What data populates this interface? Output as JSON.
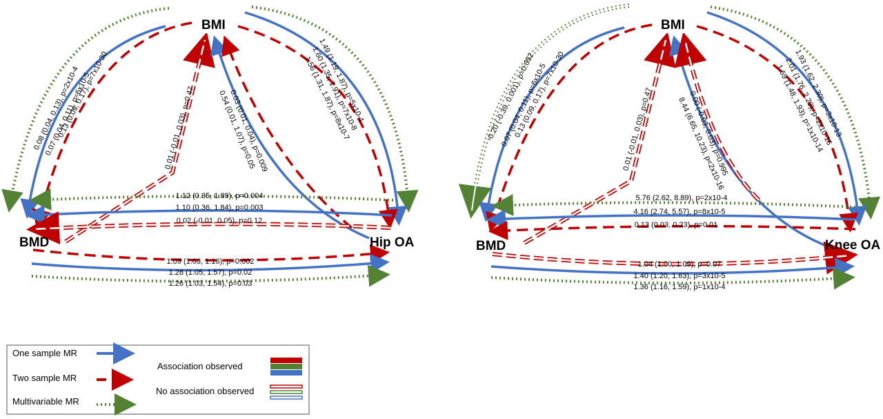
{
  "colors": {
    "one_sample": "#4472c4",
    "two_sample": "#c00000",
    "multivariable": "#548235"
  },
  "left": {
    "nodes": {
      "bmi": "BMI",
      "bmd": "BMD",
      "oa": "Hip OA"
    },
    "labels": {
      "bmi_bmd_multi": "0.08 (0.04, 0.13), p=2x10-4",
      "bmi_bmd_one": "0.07 (0.04, 0.11), p=6x10-5",
      "bmi_bmd_two": "0.13 (0.09, 0.17), p=7x10-30",
      "bmi_oa_multi": "1.49 (1.19, 1.87), p=5x10-4",
      "bmi_oa_one": "1.60 (1.35, 1.91), p=7x10-8",
      "bmi_oa_two": "1.56 (1.31, 1.87), p=8x10-7",
      "bmd_bmi_two": "0.01 (-0.01, 0.03), p=0.47",
      "oa_bmi_one": "0.54 (0.01, 1.07), p=0.05",
      "oa_bmi_two": "0.03 (0.01, 0.04), p=0.009",
      "oa_bmd_multi": "1.12 (0.35, 1.89), p=0.004",
      "oa_bmd_one": "1.10 (0.36, 1.84), p=0.003",
      "oa_bmd_two": "0.02 (-0.01, 0.05), p=0.12",
      "bmd_oa_two": "1.09 (1.03, 1.16), p=0.002",
      "bmd_oa_one": "1.28 (1.05, 1.57), p=0.02",
      "bmd_oa_multi": "1.26 (1.03, 1.54), p=0.03"
    }
  },
  "right": {
    "nodes": {
      "bmi": "BMI",
      "bmd": "BMD",
      "oa": "Knee OA"
    },
    "labels": {
      "bmi_bmd_multi": "-0.20 (-0.39, 0.001), p=0.052",
      "bmi_bmd_one": "0.07 (0.04, 0.11), p=6x10-5",
      "bmi_bmd_two": "0.13 (0.09, 0.17), p=7x10-30",
      "bmi_oa_multi": "1.93 (1.62, 2.30), p=3x10-13",
      "bmi_oa_one": "2.01 (1.76, 2.29), p<2x10-16",
      "bmi_oa_two": "1.69 (1.48, 1.93), p=1x10-14",
      "bmd_bmi_two": "0.01 (-0.01, 0.03), p=0.47",
      "oa_bmi_two": "0.00 (-0.03, 0.03), p=0.995",
      "oa_bmi_one": "8.44 (6.65, 10.23), p<2x10-16",
      "oa_bmd_multi": "5.76 (2.62, 8.89), p=2x10-4",
      "oa_bmd_one": "4.16 (2.74, 5.57), p=8x10-5",
      "oa_bmd_two": "0.13 (0.03, 0.23), p=0.01",
      "bmd_oa_two": "1.04 (1.00, 1.09), p=0.07",
      "bmd_oa_one": "1.40 (1.20, 1.63), p=3x10-5",
      "bmd_oa_multi": "1.36 (1.16, 1.59), p=1x10-4"
    }
  },
  "legend": {
    "one_sample": "One sample MR",
    "two_sample": "Two sample MR",
    "multivariable": "Multivariable MR",
    "observed": "Association observed",
    "not_observed": "No association observed"
  }
}
